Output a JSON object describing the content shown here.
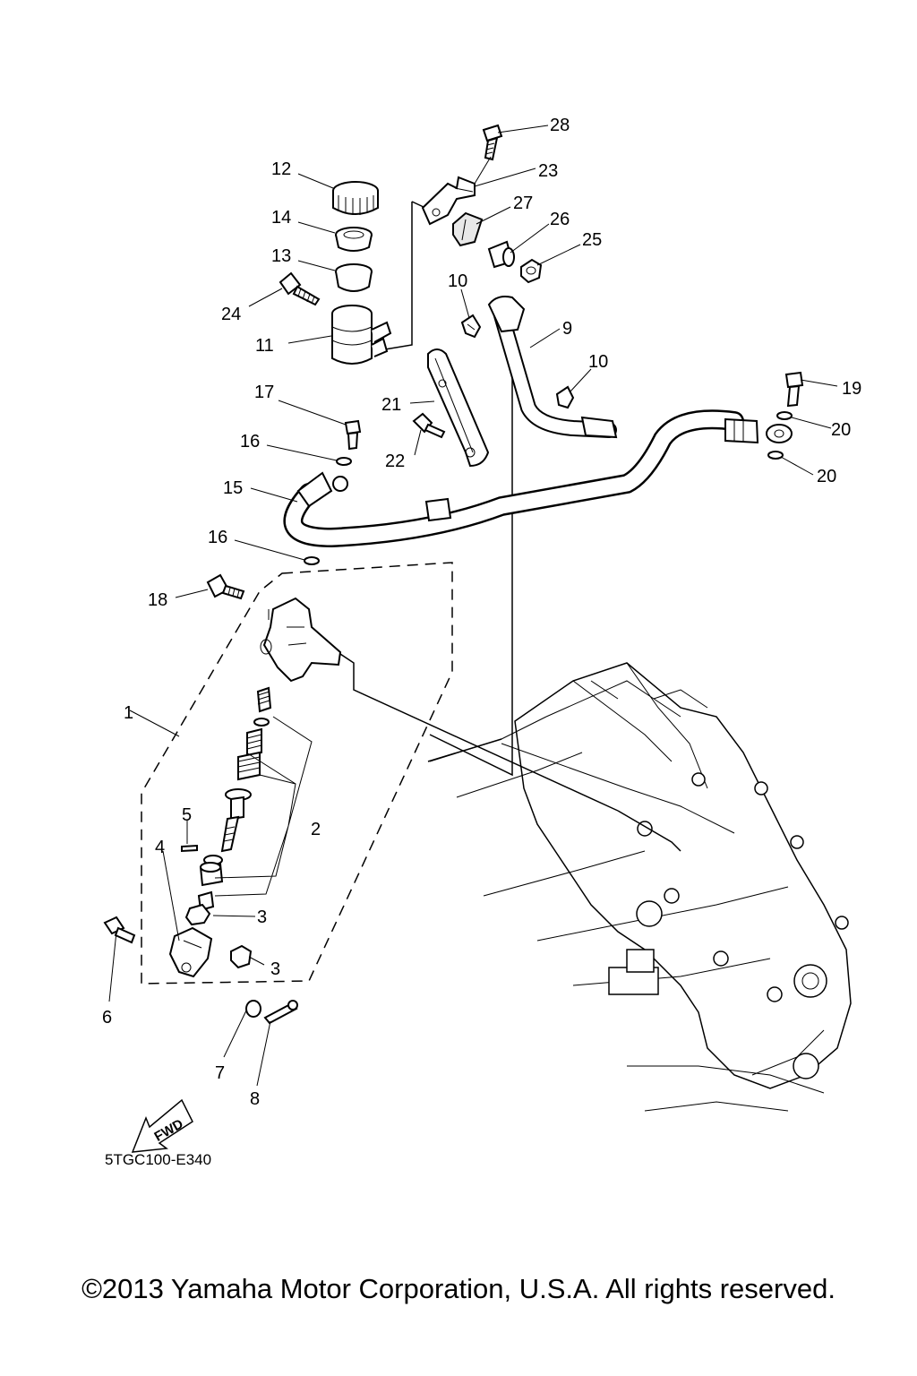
{
  "callouts": {
    "n1": "1",
    "n2": "2",
    "n3a": "3",
    "n3b": "3",
    "n4": "4",
    "n5": "5",
    "n6": "6",
    "n7": "7",
    "n8": "8",
    "n9": "9",
    "n10a": "10",
    "n10b": "10",
    "n11": "11",
    "n12": "12",
    "n13": "13",
    "n14": "14",
    "n15": "15",
    "n16a": "16",
    "n16b": "16",
    "n17": "17",
    "n18": "18",
    "n19": "19",
    "n20a": "20",
    "n20b": "20",
    "n21": "21",
    "n22": "22",
    "n23": "23",
    "n24": "24",
    "n25": "25",
    "n26": "26",
    "n27": "27",
    "n28": "28"
  },
  "direction_arrow": {
    "label": "FWD",
    "icon": "fwd-arrow-icon"
  },
  "diagram_code": "5TGC100-E340",
  "copyright": "©2013 Yamaha Motor Corporation, U.S.A. All rights reserved."
}
